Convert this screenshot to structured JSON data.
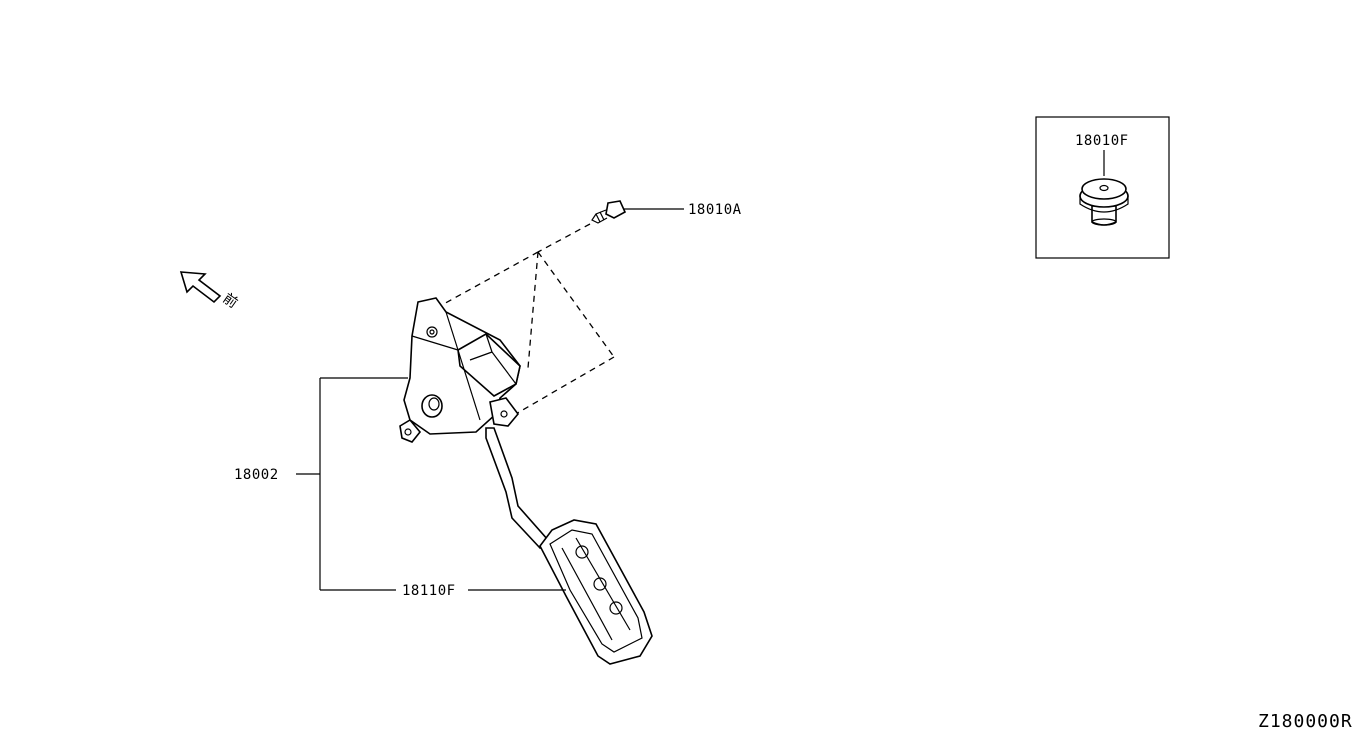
{
  "callouts": {
    "bolt": "18010A",
    "assembly": "18002",
    "pedal_pad": "18110F",
    "stopper": "18010F"
  },
  "front_glyph": "前",
  "diagram_code": "Z180000R",
  "colors": {
    "ink": "#000000",
    "background": "#ffffff"
  }
}
